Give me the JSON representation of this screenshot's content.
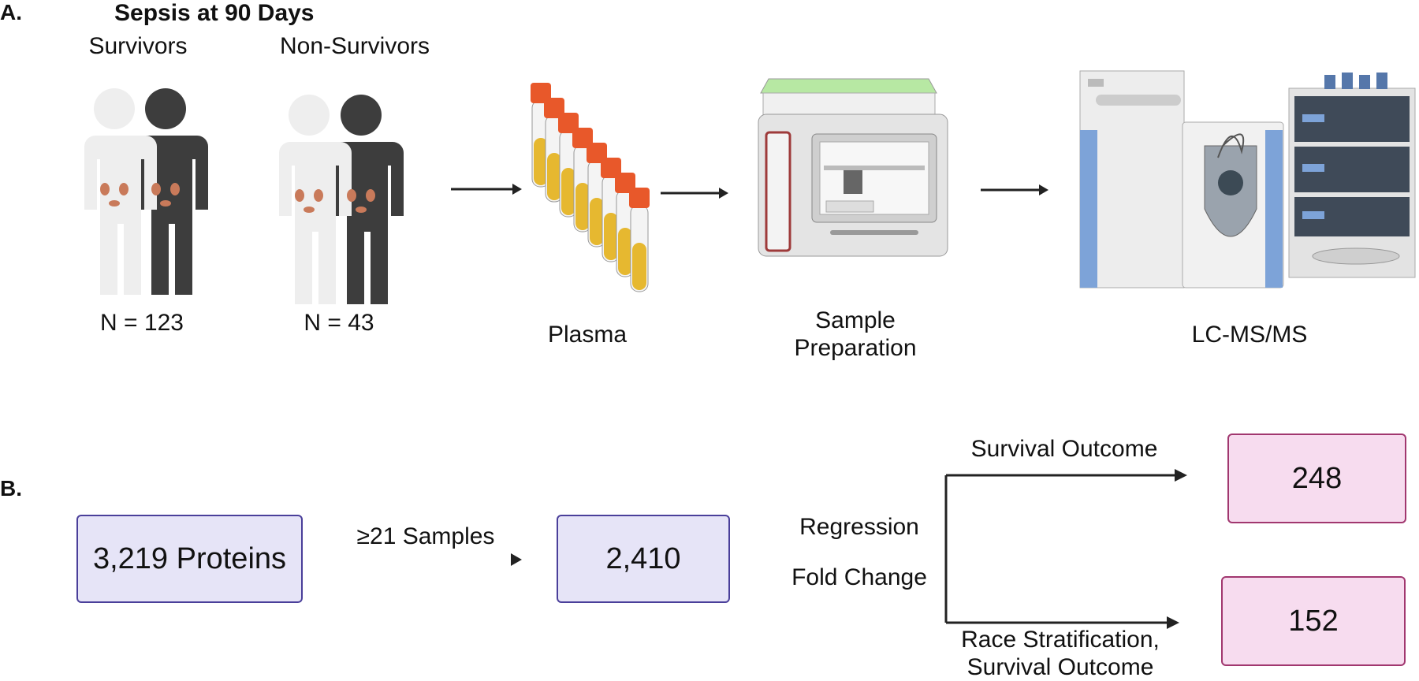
{
  "panel_a": {
    "label": "A.",
    "title": "Sepsis at 90 Days",
    "groups": [
      {
        "name": "Survivors",
        "n": "N = 123"
      },
      {
        "name": "Non-Survivors",
        "n": "N = 43"
      }
    ],
    "steps": {
      "plasma": "Plasma",
      "prep_line1": "Sample",
      "prep_line2": "Preparation",
      "lcms": "LC-MS/MS"
    }
  },
  "panel_b": {
    "label": "B.",
    "box_proteins": "3,219 Proteins",
    "filter_label": "≥21 Samples",
    "box_filtered": "2,410",
    "regression_label": "Regression",
    "fold_change_label": "Fold Change",
    "branch_top_label": "Survival Outcome",
    "branch_bottom_line1": "Race Stratification,",
    "branch_bottom_line2": "Survival Outcome",
    "box_top": "248",
    "box_bottom": "152"
  },
  "colors": {
    "survivor_figure": "#eeeeee",
    "nonsurvivor_figure": "#3d3d3d",
    "tube_cap": "#e8582a",
    "plasma": "#e6b830",
    "box_blue_fill": "#e6e4f7",
    "box_pink_fill": "#f7dcef"
  }
}
